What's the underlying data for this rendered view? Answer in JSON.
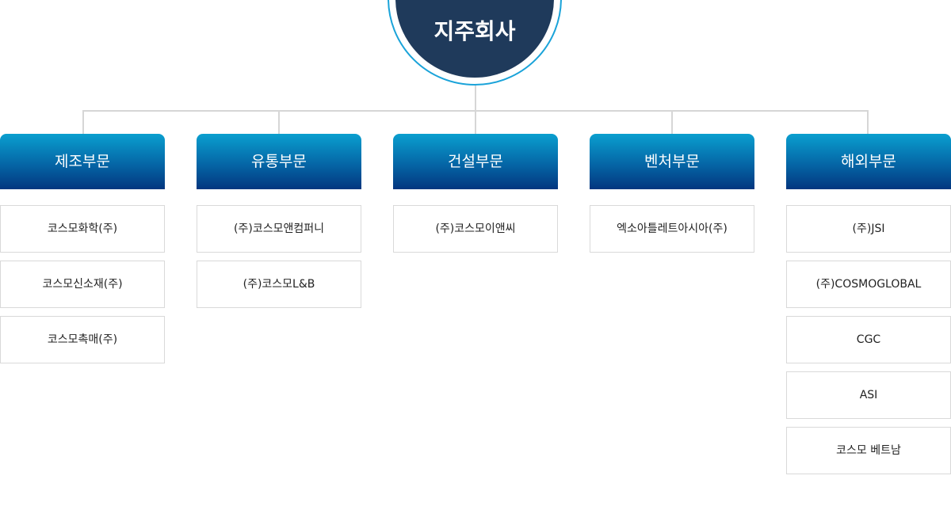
{
  "holding_company": {
    "label": "지주회사"
  },
  "divisions": [
    {
      "name": "제조부문",
      "companies": [
        "코스모화학(주)",
        "코스모신소재(주)",
        "코스모촉매(주)"
      ]
    },
    {
      "name": "유통부문",
      "companies": [
        "(주)코스모앤컴퍼니",
        "(주)코스모L&B"
      ]
    },
    {
      "name": "건설부문",
      "companies": [
        "(주)코스모이앤씨"
      ]
    },
    {
      "name": "벤처부문",
      "companies": [
        "엑소아틀레트아시아(주)"
      ]
    },
    {
      "name": "해외부문",
      "companies": [
        "(주)JSI",
        "(주)COSMOGLOBAL",
        "CGC",
        "ASI",
        "코스모 베트남"
      ]
    }
  ],
  "colors": {
    "hub_fill": "#1f3a5b",
    "hub_ring": "#1aa3d9",
    "division_gradient_top": "#0a9fcf",
    "division_gradient_bottom": "#03367f",
    "connector": "#d6d6d6",
    "company_border": "#d9d9d9"
  }
}
